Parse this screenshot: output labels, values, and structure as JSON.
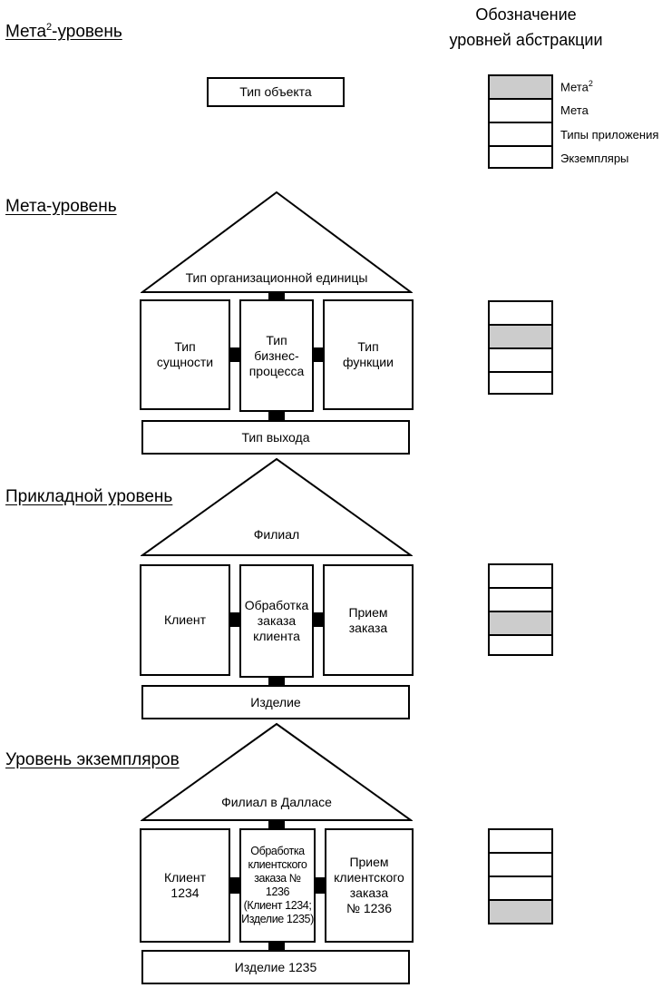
{
  "legend": {
    "header_line1": "Обозначение",
    "header_line2": "уровней абстракции",
    "meta2_label": "Мета",
    "meta2_sup": "2",
    "meta_label": "Мета",
    "types_label": "Типы приложения",
    "instances_label": "Экземпляры"
  },
  "meta2": {
    "title": "Мета",
    "title_sup": "2",
    "title_suffix": "-уровень",
    "object_type": "Тип объекта"
  },
  "meta": {
    "title": "Мета-уровень",
    "roof": "Тип организационной единицы",
    "left": "Тип\nсущности",
    "center": "Тип\nбизнес-\nпроцесса",
    "right": "Тип\nфункции",
    "base": "Тип выхода"
  },
  "applied": {
    "title": "Прикладной уровень",
    "roof": "Филиал",
    "left": "Клиент",
    "center": "Обработка\nзаказа\nклиента",
    "right": "Прием\nзаказа",
    "base": "Изделие"
  },
  "instances": {
    "title": "Уровень экземпляров",
    "roof": "Филиал в Далласе",
    "left": "Клиент\n1234",
    "center": "Обработка\nклиентского\nзаказа № 1236\n(Клиент 1234;\nИзделие 1235)",
    "right": "Прием\nклиентского\nзаказа\n№ 1236",
    "base": "Изделие 1235"
  }
}
